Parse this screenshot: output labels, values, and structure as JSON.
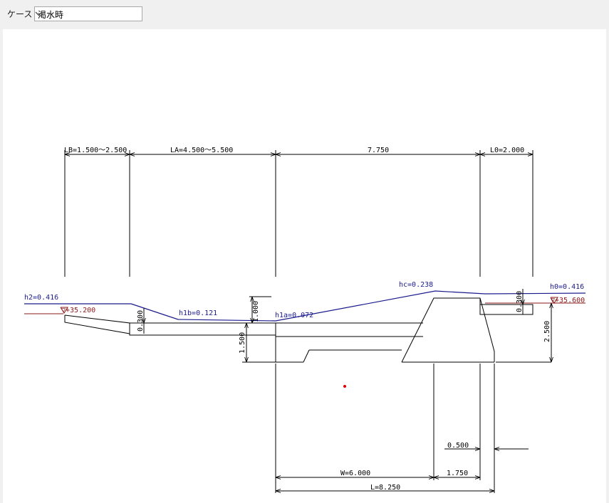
{
  "toolbar": {
    "case_label": "ケース",
    "case_value": "渇水時",
    "chevron_icon": "chevron-down-icon"
  },
  "colors": {
    "structure": "#000000",
    "water_line": "#1a1a8c",
    "level_line": "#8b1a1a",
    "marker": "#e00000"
  },
  "drawing": {
    "top_dims": {
      "lb": "LB=1.500～2.500",
      "la": "LA=4.500～5.500",
      "mid": "7.750",
      "l0": "L0=2.000"
    },
    "water": {
      "h2": "h2=0.416",
      "h1b": "h1b=0.121",
      "h1a": "h1a=0.072",
      "hc": "hc=0.238",
      "h0": "h0=0.416"
    },
    "levels": {
      "left": "▽+35.200",
      "right": "▽+35.600"
    },
    "vertical_dims": {
      "apron_thickness_left": "0.300",
      "drop_height": "1.000",
      "apron_depth": "1.500",
      "apron_thickness_right": "0.300",
      "weir_height": "2.500"
    },
    "bottom_dims": {
      "d050": "0.500",
      "w": "W=6.000",
      "d175": "1.750",
      "l": "L=8.250"
    }
  }
}
